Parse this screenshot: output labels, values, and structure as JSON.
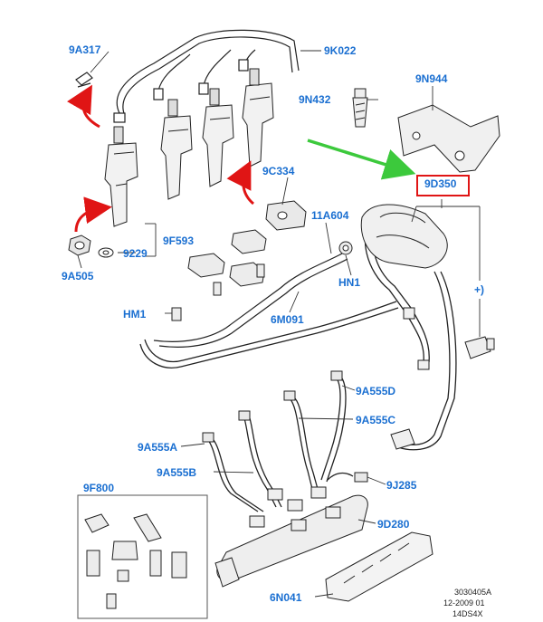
{
  "labels": {
    "9A317": "9A317",
    "9K022": "9K022",
    "9N944": "9N944",
    "9N432": "9N432",
    "9C334": "9C334",
    "9D350": "9D350",
    "11A604": "11A604",
    "9229": "9229",
    "9F593": "9F593",
    "9A505": "9A505",
    "HN1": "HN1",
    "HM1": "HM1",
    "6M091": "6M091",
    "plus_note": "+)",
    "9A555D": "9A555D",
    "9A555C": "9A555C",
    "9A555A": "9A555A",
    "9A555B": "9A555B",
    "9F800": "9F800",
    "9J285": "9J285",
    "9D280": "9D280",
    "6N041": "6N041"
  },
  "footer": {
    "line1": "3030405A",
    "line2": "12-2009 01",
    "line3": "14DS4X"
  },
  "colors": {
    "label": "#1a6fd1",
    "highlight_box": "#e01515",
    "red_arrow": "#e01515",
    "green_arrow": "#3cc93c",
    "line": "#222222"
  }
}
